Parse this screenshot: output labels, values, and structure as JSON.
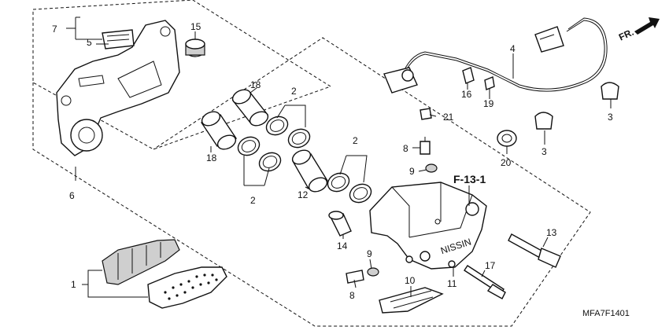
{
  "diagram": {
    "callouts": {
      "c1": "1",
      "c2a": "2",
      "c2b": "2",
      "c2c": "2",
      "c3a": "3",
      "c3b": "3",
      "c4": "4",
      "c5": "5",
      "c6": "6",
      "c7": "7",
      "c8a": "8",
      "c8b": "8",
      "c9a": "9",
      "c9b": "9",
      "c10": "10",
      "c11": "11",
      "c12": "12",
      "c13": "13",
      "c14": "14",
      "c15": "15",
      "c16": "16",
      "c17": "17",
      "c18a": "18",
      "c18b": "18",
      "c19": "19",
      "c20": "20",
      "c21": "21"
    },
    "section_ref": "F-13-1",
    "direction_label": "FR.",
    "diagram_code": "MFA7F1401",
    "caliper_brand": "NISSIN"
  }
}
